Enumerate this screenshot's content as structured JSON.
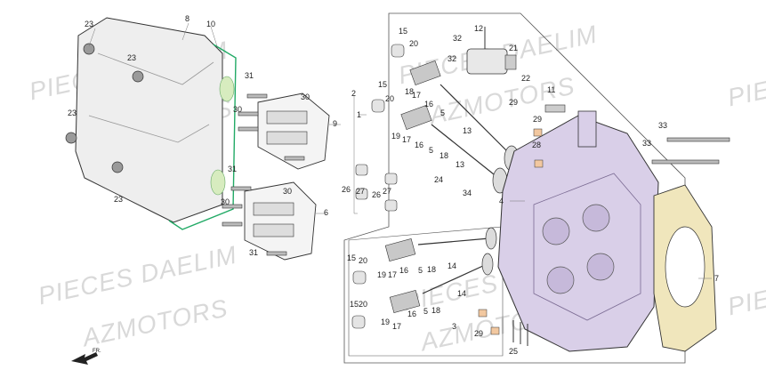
{
  "watermarks": {
    "daelim": "PIECES DAELIM",
    "azmotors": "AZMOTORS"
  },
  "direction": {
    "label": "FR."
  },
  "colors": {
    "head": "#d9cfe8",
    "gasket": "#f0e6bc",
    "cover": "#eeeeee",
    "highlight": "#d7ecbf",
    "bolt": "#9a9a9a",
    "line": "#333333"
  },
  "callouts": [
    "23",
    "8",
    "10",
    "23",
    "23",
    "23",
    "31",
    "30",
    "30",
    "9",
    "2",
    "1",
    "31",
    "30",
    "30",
    "6",
    "31",
    "15",
    "20",
    "15",
    "20",
    "18",
    "17",
    "16",
    "19",
    "17",
    "16",
    "5",
    "13",
    "5",
    "18",
    "13",
    "12",
    "32",
    "21",
    "32",
    "22",
    "11",
    "29",
    "29",
    "28",
    "24",
    "26",
    "27",
    "26",
    "27",
    "34",
    "4",
    "33",
    "33",
    "7",
    "15",
    "20",
    "19",
    "17",
    "16",
    "5",
    "18",
    "14",
    "15",
    "20",
    "19",
    "17",
    "16",
    "5",
    "18",
    "14",
    "3",
    "29",
    "25"
  ]
}
